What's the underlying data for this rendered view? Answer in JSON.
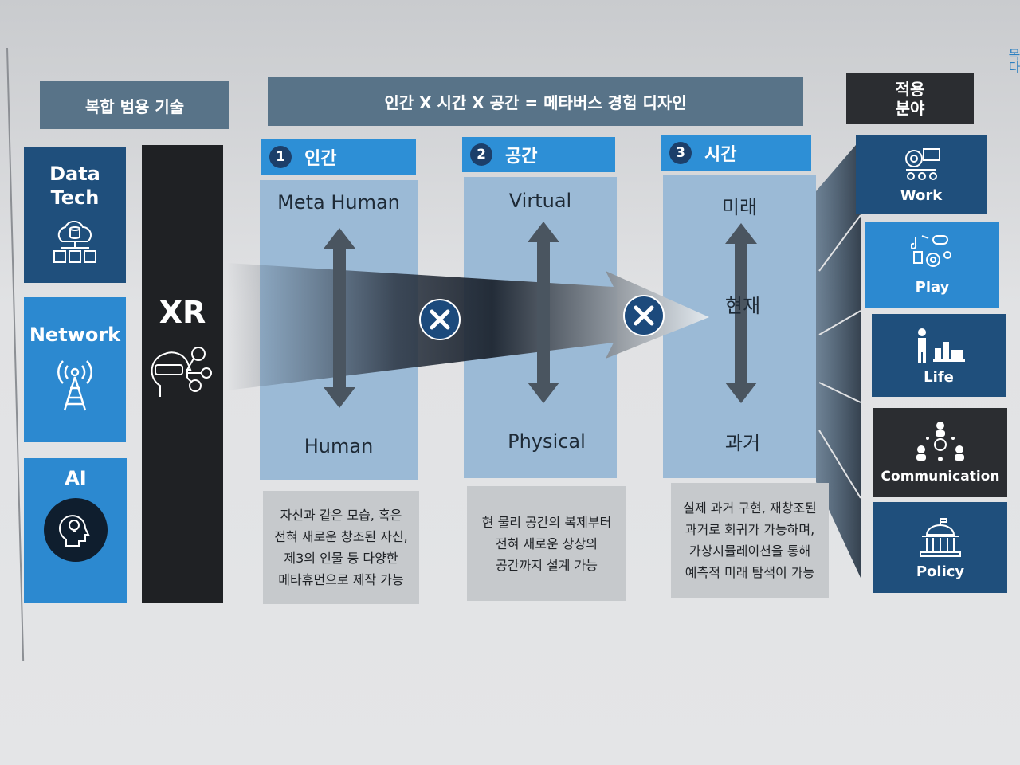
{
  "left_header": "복합 범용 기술",
  "center_header": "인간 X 시간 X 공간 = 메타버스 경험 디자인",
  "right_header": "적용\n분야",
  "technologies": [
    {
      "label": "Data\nTech",
      "icon": "cloud-database-icon",
      "color": "#1f4f7c"
    },
    {
      "label": "Network",
      "icon": "antenna-tower-icon",
      "color": "#2c89d0"
    },
    {
      "label": "AI",
      "icon": "head-lightbulb-icon",
      "color": "#2c89d0"
    }
  ],
  "xr": {
    "label": "XR",
    "icon": "vr-headset-head-icon"
  },
  "columns": [
    {
      "number": "1",
      "title": "인간",
      "top": "Meta Human",
      "middle": "",
      "bottom": "Human",
      "description": "자신과 같은 모습, 혹은\n전혀 새로운 창조된 자신,\n제3의 인물 등 다양한\n메타휴먼으로 제작 가능"
    },
    {
      "number": "2",
      "title": "공간",
      "top": "Virtual",
      "middle": "",
      "bottom": "Physical",
      "description": "현 물리 공간의 복제부터\n전혀 새로운 상상의\n공간까지 설계 가능"
    },
    {
      "number": "3",
      "title": "시간",
      "top": "미래",
      "middle": "현재",
      "bottom": "과거",
      "description": "실제 과거 구현, 재창조된\n과거로 회귀가 가능하며,\n가상시뮬레이션을 통해\n예측적 미래 탐색이 가능"
    }
  ],
  "applications": [
    {
      "label": "Work",
      "icon": "work-tools-icon",
      "color": "#1f4f7c"
    },
    {
      "label": "Play",
      "icon": "play-music-game-icon",
      "color": "#2c89d0"
    },
    {
      "label": "Life",
      "icon": "person-city-icon",
      "color": "#1f4f7c"
    },
    {
      "label": "Communication",
      "icon": "people-network-icon",
      "color": "#2b2d31"
    },
    {
      "label": "Policy",
      "icon": "government-building-icon",
      "color": "#1f4f7c"
    }
  ],
  "side_text": "목다",
  "colors": {
    "accent_blue": "#2d8fd6",
    "dark_navy": "#1f4f7c",
    "slate": "#587388",
    "light_blue": "#9bbad6"
  }
}
